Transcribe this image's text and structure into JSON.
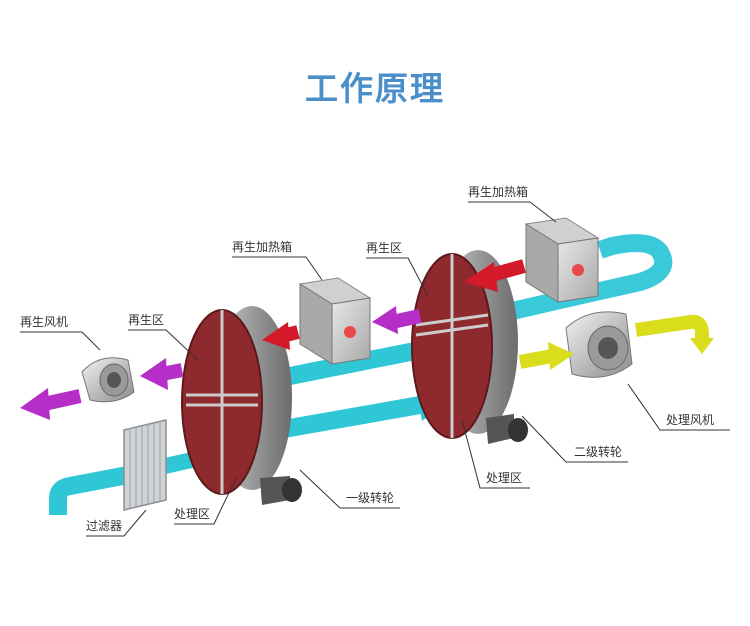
{
  "title": "工作原理",
  "labels": {
    "heater_top": "再生加热箱",
    "heater_mid": "再生加热箱",
    "regen_zone_right": "再生区",
    "regen_fan": "再生风机",
    "regen_zone_left": "再生区",
    "process_fan": "处理风机",
    "wheel2": "二级转轮",
    "process_zone_right": "处理区",
    "wheel1": "一级转轮",
    "filter": "过滤器",
    "process_zone_left": "处理区"
  },
  "colors": {
    "title": "#4a8fc9",
    "process_air": "#2fc6d6",
    "regen_hot": "#d41a2a",
    "regen_exhaust": "#b42ec7",
    "dry_air_out": "#d9dd1c",
    "rotor_face": "#8e2a2e"
  }
}
